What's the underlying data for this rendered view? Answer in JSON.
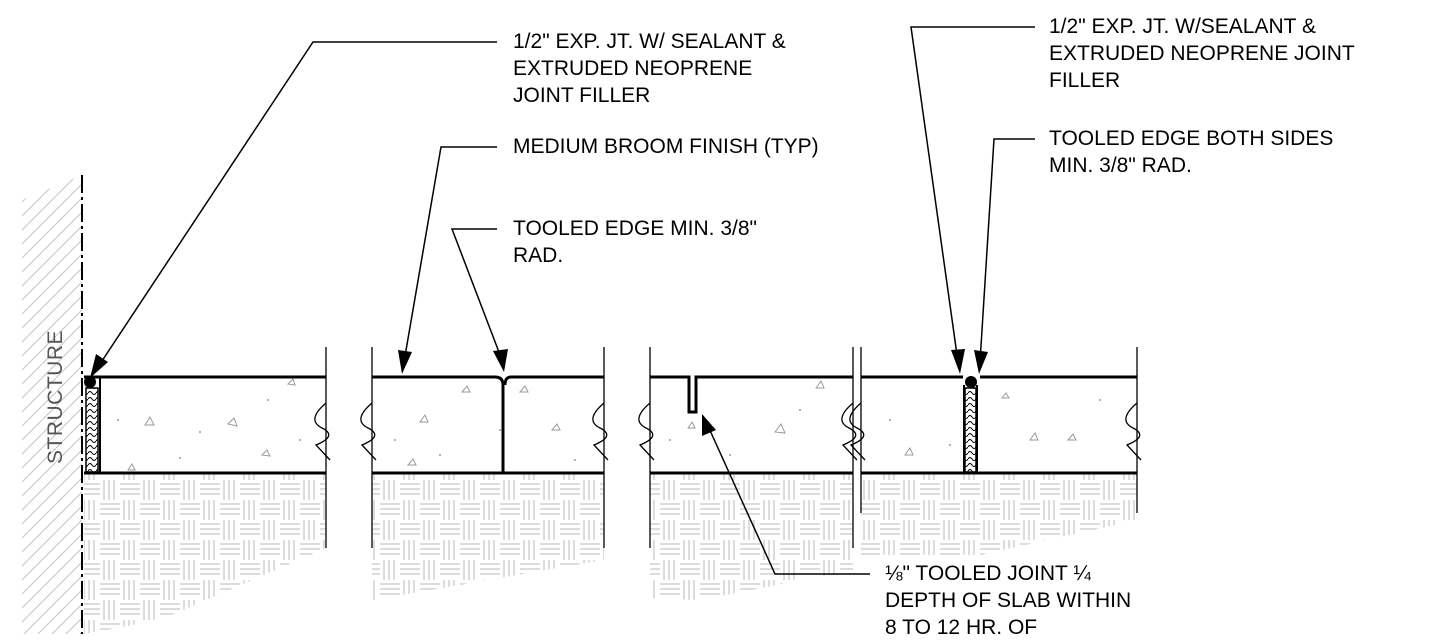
{
  "labels": {
    "structure": "STRUCTURE"
  },
  "notes": {
    "exp_joint_left": [
      "1/2\" EXP. JT. W/ SEALANT &",
      "EXTRUDED NEOPRENE",
      "JOINT FILLER"
    ],
    "broom_finish": [
      "MEDIUM BROOM FINISH (TYP)"
    ],
    "tooled_edge": [
      "TOOLED EDGE MIN. 3/8\"",
      "RAD."
    ],
    "exp_joint_right": [
      "1/2\" EXP. JT. W/SEALANT &",
      "EXTRUDED NEOPRENE JOINT",
      "FILLER"
    ],
    "tooled_edge_both": [
      "TOOLED EDGE BOTH SIDES",
      "MIN. 3/8\" RAD."
    ],
    "tooled_joint": [
      "⅛\" TOOLED JOINT ¼",
      "DEPTH OF SLAB WITHIN",
      "8 TO 12 HR. OF"
    ]
  },
  "colors": {
    "line": "#000000",
    "hatch": "#b0b0b0",
    "concrete_texture": "#9a9a9a",
    "structure_label": "#555555"
  }
}
